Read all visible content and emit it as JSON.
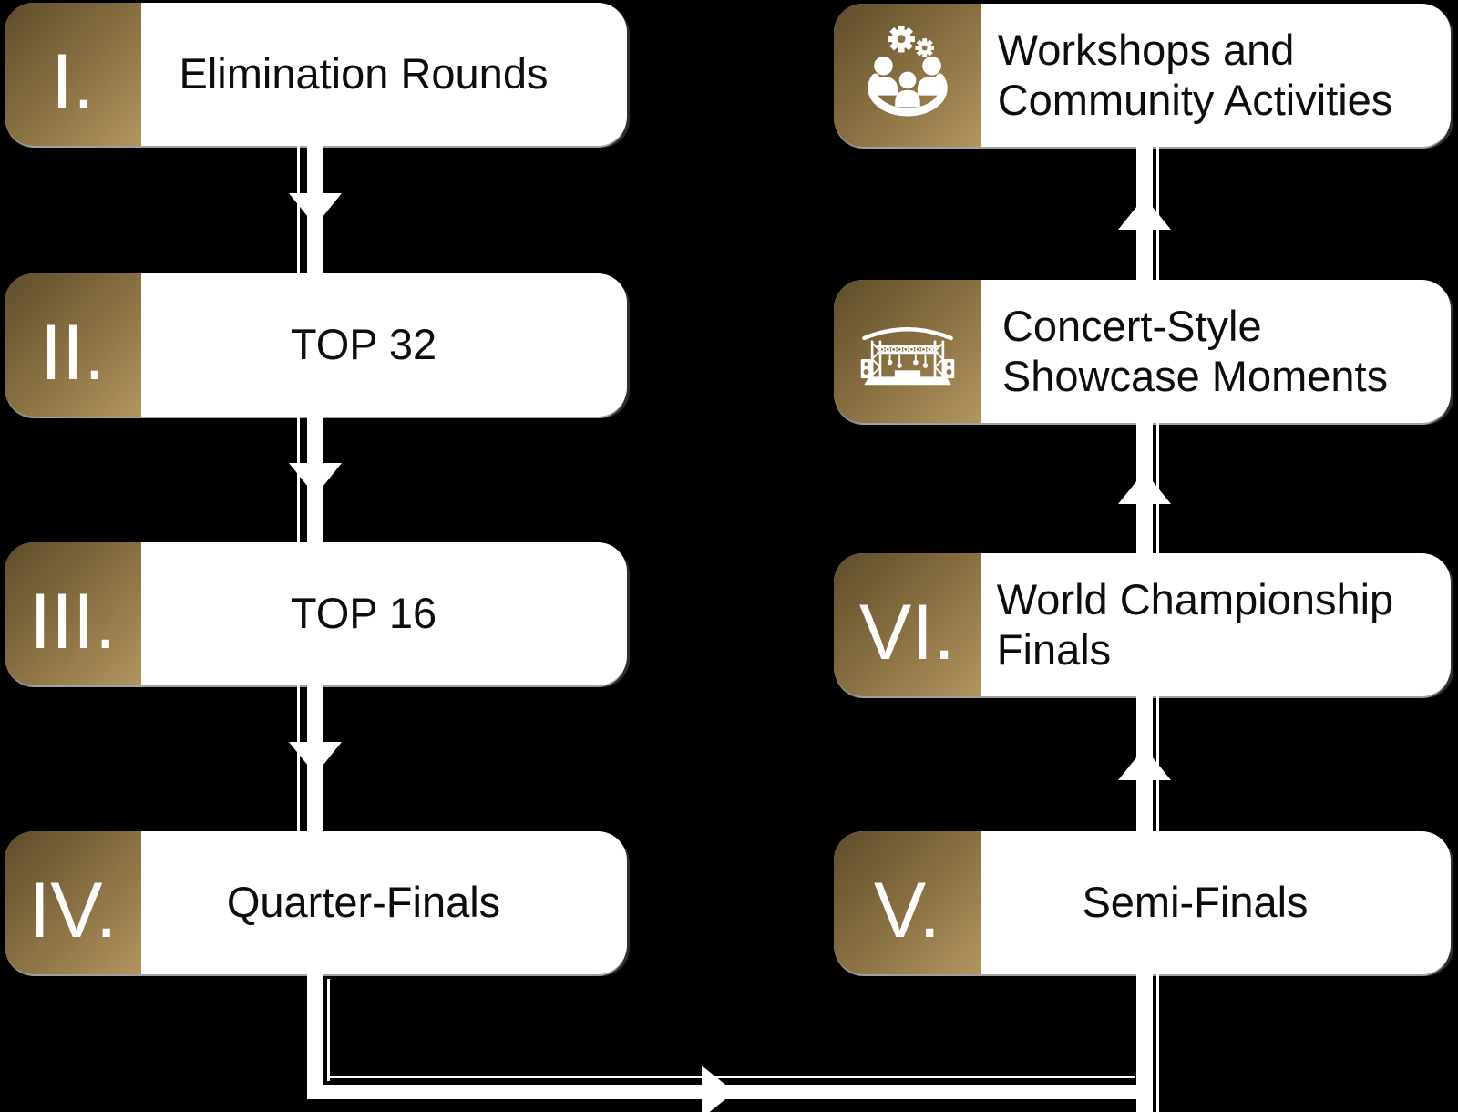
{
  "title": "Championship event flow diagram",
  "colors": {
    "background": "#000000",
    "box_bg": "#ffffff",
    "gold_dark": "#5e4c2a",
    "gold_mid": "#8a7143",
    "gold_light": "#b29560",
    "text": "#0d0d0d",
    "numeral_text": "#ffffff",
    "connector": "#ffffff"
  },
  "boxes": [
    {
      "id": "elimination-rounds",
      "numeral": "I.",
      "label": "Elimination Rounds",
      "column": "left",
      "row": 1
    },
    {
      "id": "top-32",
      "numeral": "II.",
      "label": "TOP 32",
      "column": "left",
      "row": 2
    },
    {
      "id": "top-16",
      "numeral": "III.",
      "label": "TOP 16",
      "column": "left",
      "row": 3
    },
    {
      "id": "quarter-finals",
      "numeral": "IV.",
      "label": "Quarter-Finals",
      "column": "left",
      "row": 4
    },
    {
      "id": "semi-finals",
      "numeral": "V.",
      "label": "Semi-Finals",
      "column": "right",
      "row": 4
    },
    {
      "id": "world-championship-finals",
      "numeral": "VI.",
      "label": "World Championship\nFinals",
      "column": "right",
      "row": 3
    },
    {
      "id": "concert-showcase",
      "icon": "concert-stage-icon",
      "label": "Concert-Style\nShowcase Moments",
      "column": "right",
      "row": 2
    },
    {
      "id": "workshops-community",
      "icon": "community-icon",
      "label": "Workshops and\nCommunity Activities",
      "column": "right",
      "row": 1
    }
  ],
  "connectors": [
    {
      "from": "elimination-rounds",
      "to": "top-32",
      "direction": "down"
    },
    {
      "from": "top-32",
      "to": "top-16",
      "direction": "down"
    },
    {
      "from": "top-16",
      "to": "quarter-finals",
      "direction": "down"
    },
    {
      "from": "quarter-finals",
      "to": "semi-finals",
      "direction": "down-right-up"
    },
    {
      "from": "semi-finals",
      "to": "world-championship-finals",
      "direction": "up"
    },
    {
      "from": "world-championship-finals",
      "to": "concert-showcase",
      "direction": "up"
    },
    {
      "from": "concert-showcase",
      "to": "workshops-community",
      "direction": "up"
    }
  ]
}
